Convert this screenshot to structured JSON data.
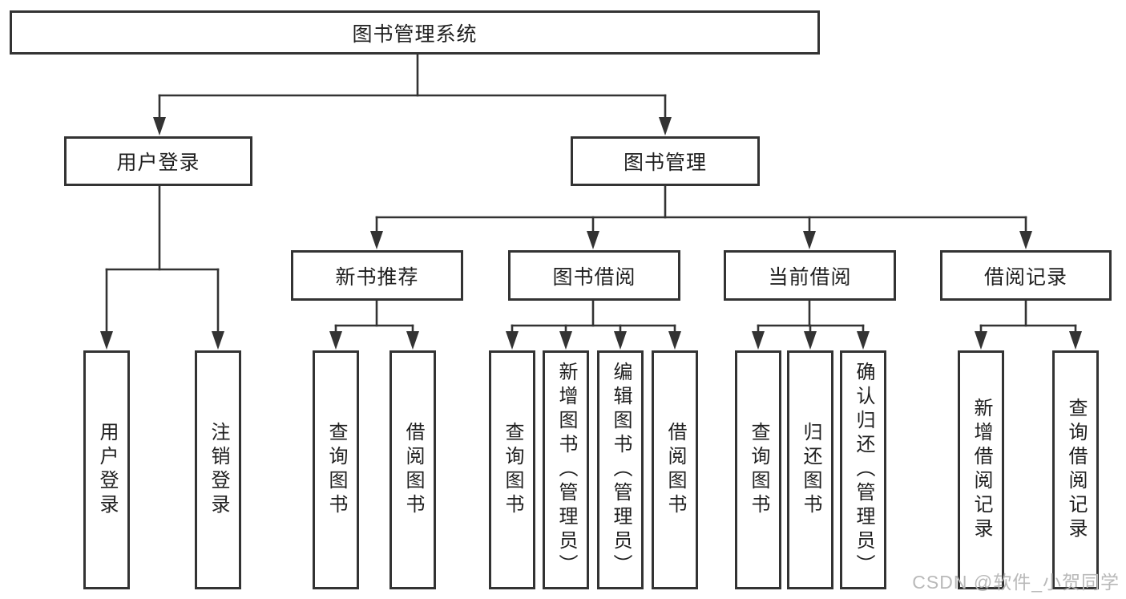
{
  "diagram": {
    "title": "图书管理系统",
    "level2": {
      "user_login": "用户登录",
      "book_management": "图书管理"
    },
    "level3": {
      "new_book_recommend": "新书推荐",
      "book_borrow": "图书借阅",
      "current_borrow": "当前借阅",
      "borrow_records": "借阅记录"
    },
    "leaves": {
      "user_login": [
        "用户登录",
        "注销登录"
      ],
      "new_book_recommend": [
        "查询图书",
        "借阅图书"
      ],
      "book_borrow": [
        "查询图书",
        "新增图书（管理员）",
        "编辑图书（管理员）",
        "借阅图书"
      ],
      "current_borrow": [
        "查询图书",
        "归还图书",
        "确认归还（管理员）"
      ],
      "borrow_records": [
        "新增借阅记录",
        "查询借阅记录"
      ]
    },
    "watermark": "CSDN @软件_小贺同学"
  },
  "colors": {
    "line": "#333333",
    "text": "#1f1f1f",
    "watermark": "#b9b9b9",
    "canvas": "#ffffff"
  }
}
